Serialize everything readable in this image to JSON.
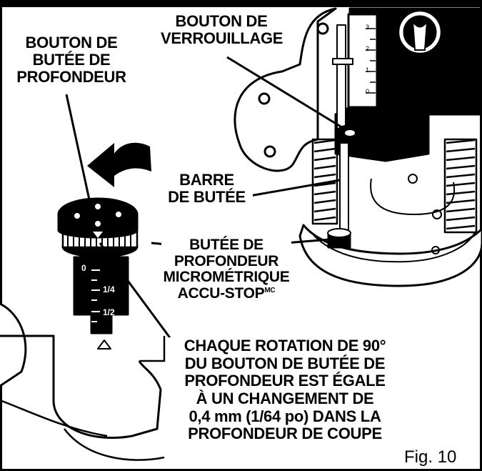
{
  "labels": {
    "depth_stop_knob": "BOUTON DE\nBUTÉE DE\nPROFONDEUR",
    "lock_button": "BOUTON DE\nVERROUILLAGE",
    "stop_bar": "BARRE\nDE BUTÉE",
    "micrometer_stop": "BUTÉE DE\nPROFONDEUR\nMICROMÉTRIQUE\nACCU-STOP",
    "micrometer_stop_mark": "MC",
    "rotation_note_line1": "CHAQUE ROTATION DE 90°",
    "rotation_note_rest": "DU BOUTON DE BUTÉE DE\nPROFONDEUR EST ÉGALE\nÀ UN CHANGEMENT DE\n0,4  mm (1/64 po) DANS LA\nPROFONDEUR DE COUPE"
  },
  "scale_marks": [
    "0",
    "1/4",
    "1/2"
  ],
  "dial_marks": [
    "3",
    "2",
    "1",
    "0"
  ],
  "figure_caption": "Fig. 10"
}
